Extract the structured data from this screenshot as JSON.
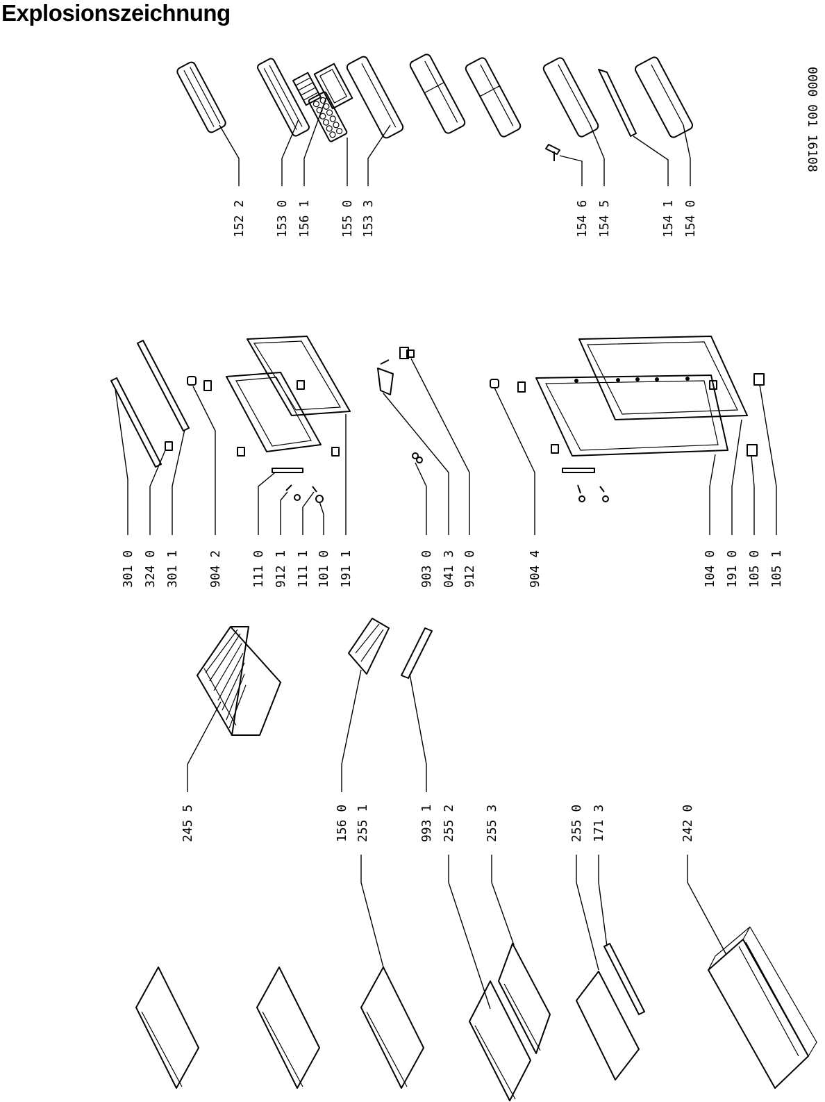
{
  "title": "Explosionszeichnung",
  "doc_number": "0000 001 16108",
  "labels": [
    "152 2",
    "153 0",
    "156 1",
    "155 0",
    "153 3",
    "154 6",
    "154 5",
    "154 1",
    "154 0",
    "301 0",
    "324 0",
    "301 1",
    "904 2",
    "111 0",
    "912 1",
    "111 1",
    "101 0",
    "191 1",
    "903 0",
    "041 3",
    "912 0",
    "904 4",
    "104 0",
    "191 0",
    "105 0",
    "105 1",
    "245 5",
    "156 0",
    "255 1",
    "993 1",
    "255 2",
    "255 3",
    "255 0",
    "171 3",
    "242 0"
  ]
}
